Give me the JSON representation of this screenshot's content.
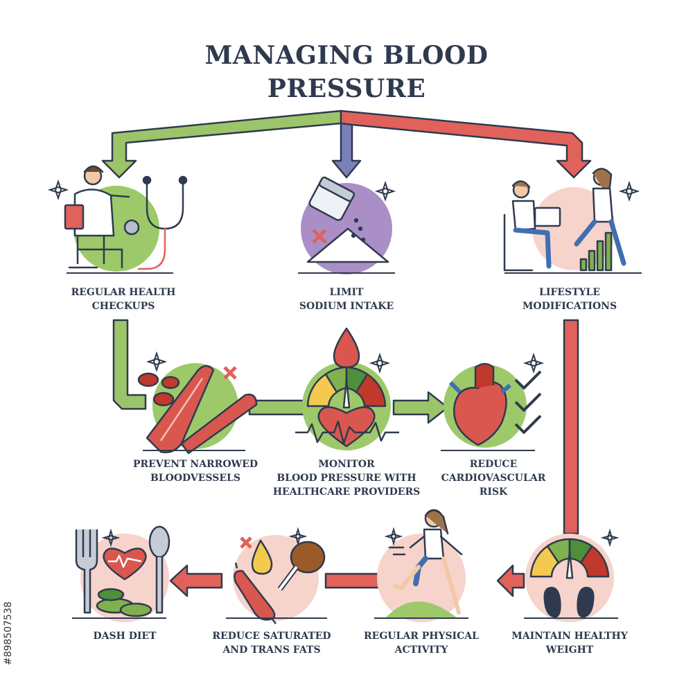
{
  "title": {
    "line1": "MANAGING BLOOD",
    "line2": "PRESSURE"
  },
  "nodes": {
    "checkups": {
      "line1": "REGULAR HEALTH",
      "line2": "CHECKUPS",
      "icon": "doctor-stethoscope-icon",
      "bg": "#9ec96b"
    },
    "sodium": {
      "line1": "LIMIT",
      "line2": "SODIUM INTAKE",
      "icon": "salt-shaker-icon",
      "bg": "#a98fc6"
    },
    "lifestyle": {
      "line1": "LIFESTYLE",
      "line2": "MODIFICATIONS",
      "icon": "work-and-run-icon",
      "bg": "#f6d3cb"
    },
    "vessels": {
      "line1": "PREVENT NARROWED",
      "line2": "BLOODVESSELS",
      "icon": "blood-vessel-icon",
      "bg": "#9ec96b"
    },
    "monitor": {
      "line1": "MONITOR",
      "line2": "BLOOD PRESSURE WITH",
      "line3": "HEALTHCARE PROVIDERS",
      "icon": "heart-gauge-icon",
      "bg": "#9ec96b"
    },
    "cardio": {
      "line1": "REDUCE",
      "line2": "CARDIOVASCULAR",
      "line3": "RISK",
      "icon": "heart-checklist-icon",
      "bg": "#9ec96b"
    },
    "dash": {
      "line1": "DASH DIET",
      "icon": "fork-spoon-heart-icon",
      "bg": "#f6d3cb"
    },
    "fats": {
      "line1": "REDUCE SATURATED",
      "line2": "AND TRANS FATS",
      "icon": "sausage-drumstick-icon",
      "bg": "#f6d3cb"
    },
    "activity": {
      "line1": "REGULAR PHYSICAL",
      "line2": "ACTIVITY",
      "icon": "running-woman-icon",
      "bg": "#f6d3cb"
    },
    "weight": {
      "line1": "MAINTAIN HEALTHY",
      "line2": "WEIGHT",
      "icon": "scale-feet-icon",
      "bg": "#f6d3cb"
    }
  },
  "colors": {
    "green_arrow": "#9cc56a",
    "blue_arrow": "#7a80b8",
    "red_arrow": "#e0625a",
    "outline": "#2f3a4e",
    "title": "#2f3a4e"
  },
  "watermark": {
    "id": "#898507538"
  }
}
